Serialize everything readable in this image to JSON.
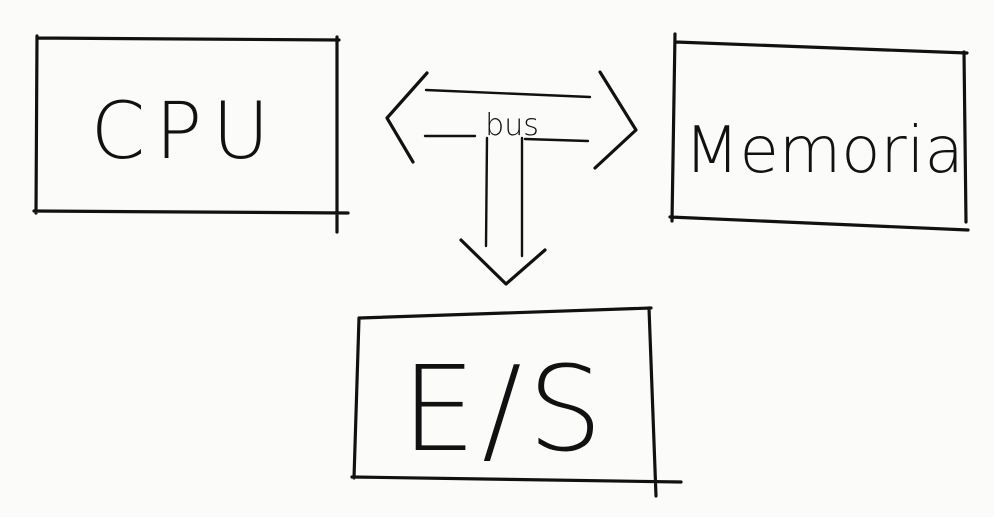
{
  "diagram": {
    "nodes": [
      {
        "id": "cpu",
        "label": "CPU"
      },
      {
        "id": "memoria",
        "label": "Memoria"
      },
      {
        "id": "es",
        "label": "E/S"
      }
    ],
    "connector": {
      "label": "bus"
    },
    "edges": [
      {
        "from": "cpu",
        "to": "bus"
      },
      {
        "from": "bus",
        "to": "memoria"
      },
      {
        "from": "bus",
        "to": "es"
      }
    ],
    "style": {
      "ink": "#111111",
      "paper": "#fbfbf9",
      "look": "hand-drawn sketch"
    }
  }
}
